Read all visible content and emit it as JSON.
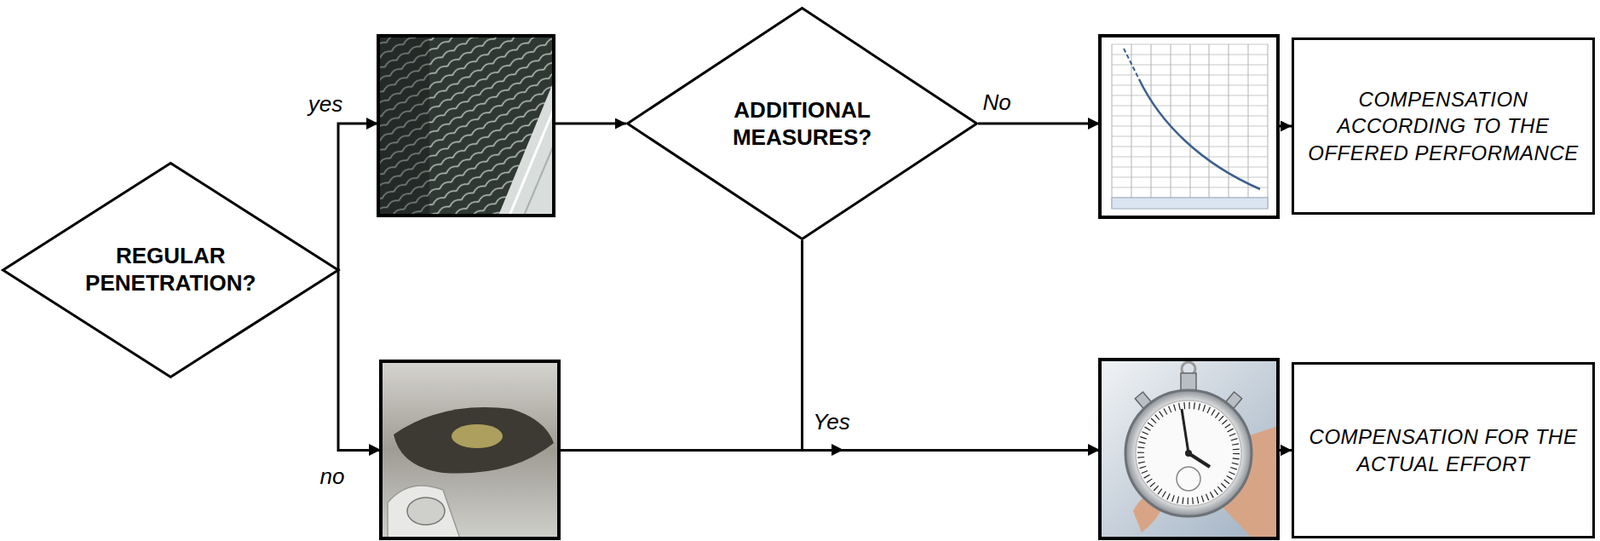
{
  "diagram": {
    "nodes": [
      {
        "text": [
          "REGULAR PENETRATION?"
        ]
      },
      {
        "text": [
          "ADDITIONAL MEASURES?"
        ]
      },
      {
        "text": [
          "COMPENSATION ACCORDING TO THE OFFERED PERFORMANCE"
        ]
      },
      {
        "text": [
          "COMPENSATION FOR THE ACTUAL EFFORT"
        ]
      }
    ],
    "edges": [
      {
        "from": 0,
        "to": 1,
        "label": "yes",
        "arrow": "to"
      },
      {
        "from": 0,
        "to": 3,
        "label": "no",
        "arrow": "to"
      },
      {
        "from": 1,
        "to": 2,
        "label": "No",
        "arrow": "to"
      },
      {
        "from": 1,
        "to": 3,
        "label": "Yes",
        "arrow": "to"
      }
    ]
  }
}
